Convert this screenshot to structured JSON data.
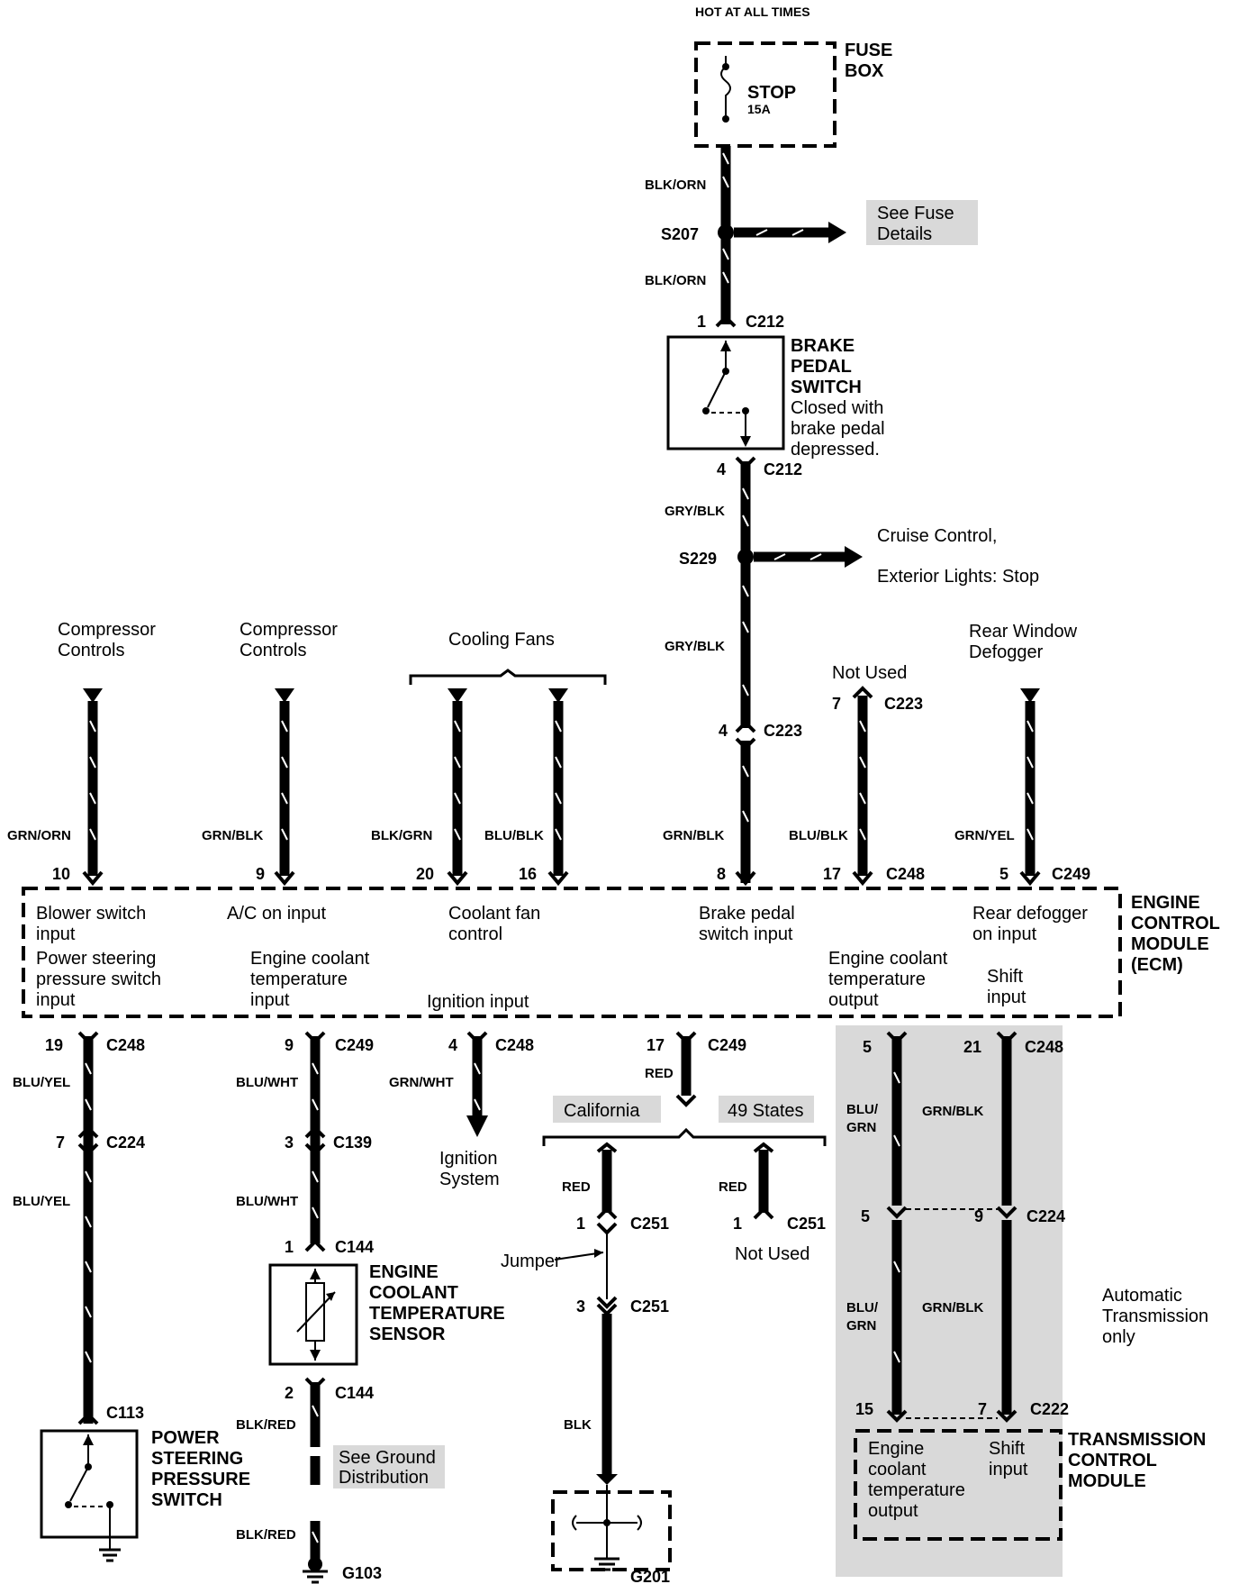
{
  "top": {
    "hot_label": "HOT AT ALL TIMES"
  },
  "fuse_box": {
    "title_line1": "FUSE",
    "title_line2": "BOX",
    "fuse_name": "STOP",
    "fuse_rating": "15A"
  },
  "splice_s207": {
    "id": "S207",
    "note_line1": "See Fuse",
    "note_line2": "Details"
  },
  "splice_s229": {
    "id": "S229",
    "note_line1": "Cruise Control,",
    "note_line2": "Exterior Lights: Stop"
  },
  "wire_colors": {
    "fuse_to_s207": "BLK/ORN",
    "s207_to_switch": "BLK/ORN",
    "switch_to_s229": "GRY/BLK",
    "s229_to_c223": "GRY/BLK",
    "c223_to_ecm": "GRN/BLK",
    "comp1": "GRN/ORN",
    "comp2": "GRN/BLK",
    "fan1": "BLK/GRN",
    "fan2": "BLU/BLK",
    "not_used": "BLU/BLK",
    "defog": "GRN/YEL",
    "ps1": "BLU/YEL",
    "ps2": "BLU/YEL",
    "ect1": "BLU/WHT",
    "ect2": "BLU/WHT",
    "ign": "GRN/WHT",
    "ecm17": "RED",
    "cal": "RED",
    "fortynine": "RED",
    "ground": "BLK",
    "ect_gnd1": "BLK/RED",
    "ect_gnd2": "BLK/RED",
    "tcm1_a": "BLU/",
    "tcm1_b": "GRN",
    "tcm2": "GRN/BLK",
    "tcm3_a": "BLU/",
    "tcm3_b": "GRN",
    "tcm4": "GRN/BLK"
  },
  "brake_switch": {
    "title_line1": "BRAKE",
    "title_line2": "PEDAL",
    "title_line3": "SWITCH",
    "desc_line1": "Closed with",
    "desc_line2": "brake pedal",
    "desc_line3": "depressed.",
    "pin_top": "1",
    "conn_top": "C212",
    "pin_bottom": "4",
    "conn_bottom": "C212"
  },
  "upper_branches": {
    "comp1_line1": "Compressor",
    "comp1_line2": "Controls",
    "comp2_line1": "Compressor",
    "comp2_line2": "Controls",
    "fans": "Cooling Fans",
    "not_used": "Not Used",
    "not_used_pin": "7",
    "not_used_conn": "C223",
    "defog_line1": "Rear Window",
    "defog_line2": "Defogger",
    "c223_pin": "4",
    "c223_conn": "C223"
  },
  "ecm_top_pins": {
    "p10": "10",
    "p9": "9",
    "p20": "20",
    "p16": "16",
    "p8": "8",
    "p17": "17",
    "c248": "C248",
    "p5": "5",
    "c249": "C249"
  },
  "ecm": {
    "title_line1": "ENGINE",
    "title_line2": "CONTROL",
    "title_line3": "MODULE",
    "title_line4": "(ECM)",
    "blower_line1": "Blower switch",
    "blower_line2": "input",
    "ac": "A/C on input",
    "fan_line1": "Coolant fan",
    "fan_line2": "control",
    "brake_line1": "Brake pedal",
    "brake_line2": "switch input",
    "defog_line1": "Rear defogger",
    "defog_line2": "on input",
    "ps_line1": "Power steering",
    "ps_line2": "pressure switch",
    "ps_line3": "input",
    "ect_line1": "Engine coolant",
    "ect_line2": "temperature",
    "ect_line3": "input",
    "ign": "Ignition input",
    "ecto_line1": "Engine coolant",
    "ecto_line2": "temperature",
    "ecto_line3": "output",
    "shift_line1": "Shift",
    "shift_line2": "input"
  },
  "ecm_bottom_pins": {
    "p19": "19",
    "c248a": "C248",
    "p9": "9",
    "c249a": "C249",
    "p4": "4",
    "c248b": "C248",
    "p17": "17",
    "c249b": "C249",
    "p5": "5",
    "p21": "21",
    "c248c": "C248"
  },
  "lower": {
    "c224_pin": "7",
    "c224_conn": "C224",
    "c113": "C113",
    "ps_title_line1": "POWER",
    "ps_title_line2": "STEERING",
    "ps_title_line3": "PRESSURE",
    "ps_title_line4": "SWITCH",
    "c139_pin": "3",
    "c139_conn": "C139",
    "c144_pin1": "1",
    "c144_conn1": "C144",
    "c144_pin2": "2",
    "c144_conn2": "C144",
    "ect_title_line1": "ENGINE",
    "ect_title_line2": "COOLANT",
    "ect_title_line3": "TEMPERATURE",
    "ect_title_line4": "SENSOR",
    "gnd_note_line1": "See Ground",
    "gnd_note_line2": "Distribution",
    "g103": "G103",
    "ign_line1": "Ignition",
    "ign_line2": "System",
    "california": "California",
    "states49": "49 States",
    "c251_pin1": "1",
    "c251_conn1": "C251",
    "c251_pin2": "1",
    "c251_conn2": "C251",
    "not_used": "Not Used",
    "jumper": "Jumper",
    "c251_pin3": "3",
    "c251_conn3": "C251",
    "g201": "G201",
    "c224b_pin1": "5",
    "c224b_pin2": "9",
    "c224b_conn": "C224",
    "at_line1": "Automatic",
    "at_line2": "Transmission",
    "at_line3": "only",
    "c222_pin1": "15",
    "c222_pin2": "7",
    "c222_conn": "C222",
    "tcm_title_line1": "TRANSMISSION",
    "tcm_title_line2": "CONTROL",
    "tcm_title_line3": "MODULE",
    "tcm_ect_line1": "Engine",
    "tcm_ect_line2": "coolant",
    "tcm_ect_line3": "temperature",
    "tcm_ect_line4": "output",
    "tcm_shift_line1": "Shift",
    "tcm_shift_line2": "input"
  }
}
